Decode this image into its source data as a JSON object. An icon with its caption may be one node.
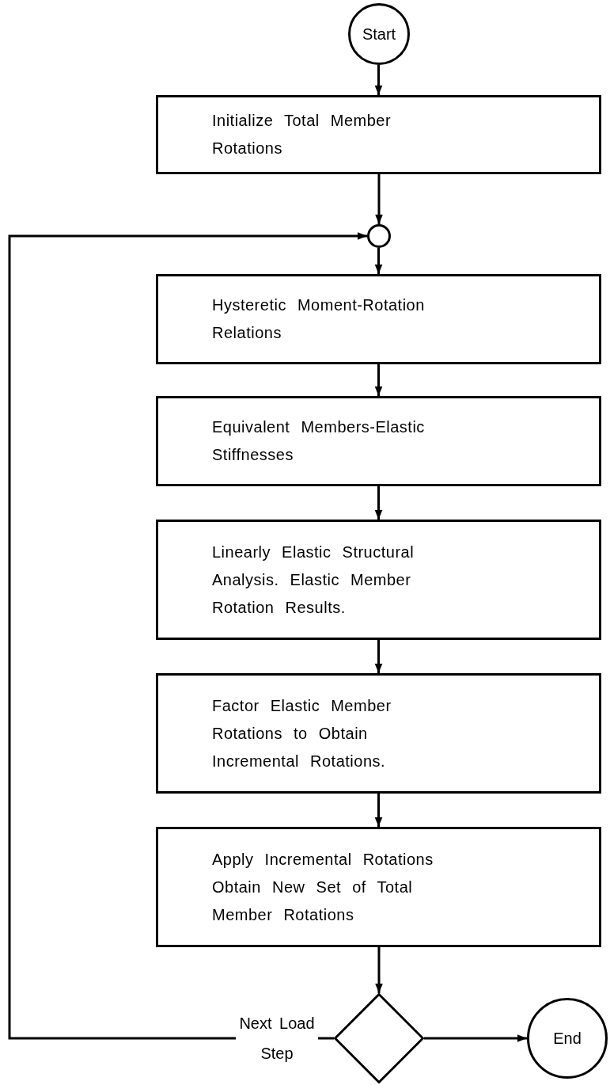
{
  "diagram": {
    "nodes": [
      {
        "text": [
          "Start"
        ]
      },
      {
        "text": [
          "Initialize Total Member Rotations"
        ]
      },
      {
        "text": [],
        "shape": "circle"
      },
      {
        "text": [
          "Hysteretic Moment-Rotation Relations"
        ]
      },
      {
        "text": [
          "Equivalent Members-Elastic Stiffnesses"
        ]
      },
      {
        "text": [
          "Linearly Elastic Structural Analysis. Elastic Member Rotation Results."
        ]
      },
      {
        "text": [
          "Factor Elastic Member Rotations to Obtain Incremental Rotations."
        ]
      },
      {
        "text": [
          "Apply Incremental Rotations Obtain New Set of Total Member Rotations"
        ]
      },
      {
        "text": [],
        "shape": "diamond"
      },
      {
        "text": [
          "End"
        ]
      }
    ],
    "edges": [
      {
        "from": 0,
        "to": 1,
        "arrow": "to"
      },
      {
        "from": 1,
        "to": 2,
        "arrow": "to"
      },
      {
        "from": 2,
        "to": 3,
        "arrow": "to"
      },
      {
        "from": 3,
        "to": 4,
        "arrow": "to"
      },
      {
        "from": 4,
        "to": 5,
        "arrow": "to"
      },
      {
        "from": 5,
        "to": 6,
        "arrow": "to"
      },
      {
        "from": 6,
        "to": 7,
        "arrow": "to"
      },
      {
        "from": 7,
        "to": 8,
        "arrow": "to"
      },
      {
        "from": 8,
        "to": 9,
        "arrow": "to"
      },
      {
        "from": 8,
        "to": 2,
        "label": "Next Load Step",
        "arrow": "to"
      }
    ]
  }
}
